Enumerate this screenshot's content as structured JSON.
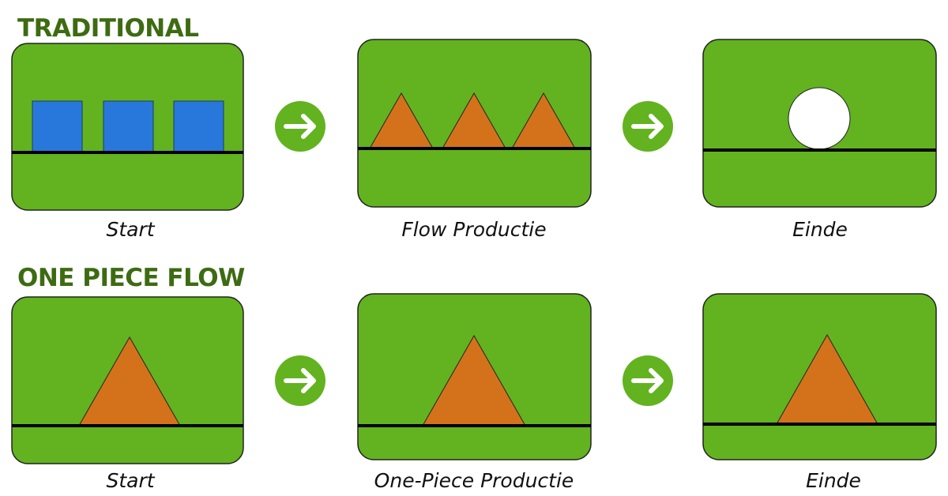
{
  "colors": {
    "panel": "#62b31f",
    "title": "#3d6b12",
    "square": "#2878dc",
    "triangle": "#d4721c",
    "line": "#000000",
    "circle": "#ffffff"
  },
  "rows": [
    {
      "title": "TRADITIONAL",
      "stages": [
        "Start",
        "Flow Productie",
        "Einde"
      ]
    },
    {
      "title": "ONE PIECE FLOW",
      "stages": [
        "Start",
        "One-Piece Productie",
        "Einde"
      ]
    }
  ],
  "icons": {
    "arrow": "arrow-right-circle-icon"
  }
}
